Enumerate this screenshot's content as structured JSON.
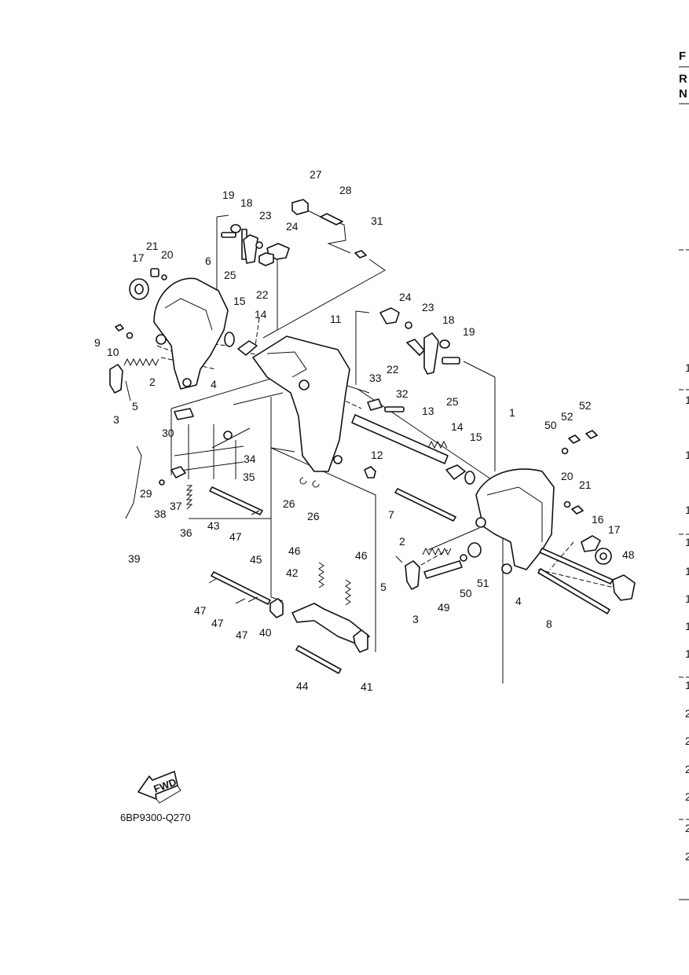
{
  "diagram": {
    "caption": "6BP9300-Q270",
    "fwd_label": "FWD",
    "labels": [
      "27",
      "28",
      "19",
      "18",
      "23",
      "24",
      "31",
      "21",
      "20",
      "17",
      "6",
      "25",
      "22",
      "15",
      "14",
      "11",
      "24",
      "23",
      "18",
      "19",
      "9",
      "10",
      "2",
      "4",
      "3",
      "5",
      "22",
      "33",
      "32",
      "25",
      "13",
      "52",
      "52",
      "50",
      "30",
      "34",
      "35",
      "14",
      "15",
      "1",
      "12",
      "29",
      "26",
      "26",
      "7",
      "20",
      "21",
      "38",
      "37",
      "36",
      "43",
      "47",
      "16",
      "17",
      "48",
      "2",
      "39",
      "45",
      "46",
      "42",
      "46",
      "5",
      "51",
      "49",
      "50",
      "4",
      "3",
      "8",
      "47",
      "47",
      "47",
      "40",
      "44",
      "41"
    ]
  },
  "right_edge": {
    "header": [
      "F",
      "R",
      "N"
    ],
    "numbers": [
      "1",
      "1",
      "1",
      "1",
      "1",
      "1",
      "1",
      "1",
      "1",
      "1",
      "2",
      "2",
      "2",
      "2",
      "2",
      "2"
    ]
  }
}
